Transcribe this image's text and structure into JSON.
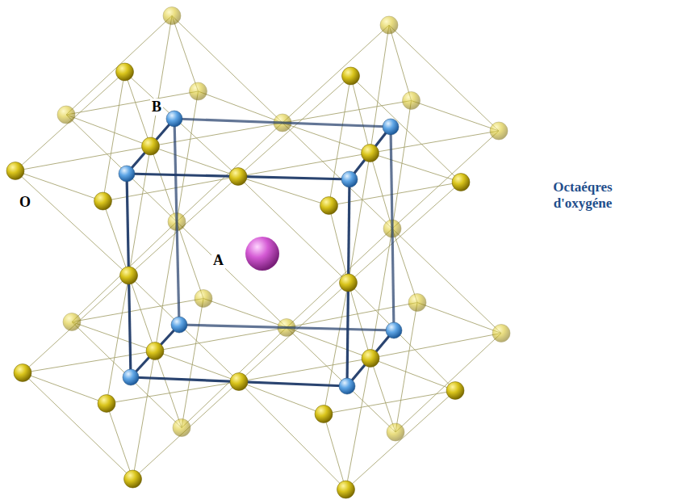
{
  "diagram": {
    "labels": [
      "B",
      "O",
      "A",
      "Octaéqres d'oxygéne"
    ]
  }
}
